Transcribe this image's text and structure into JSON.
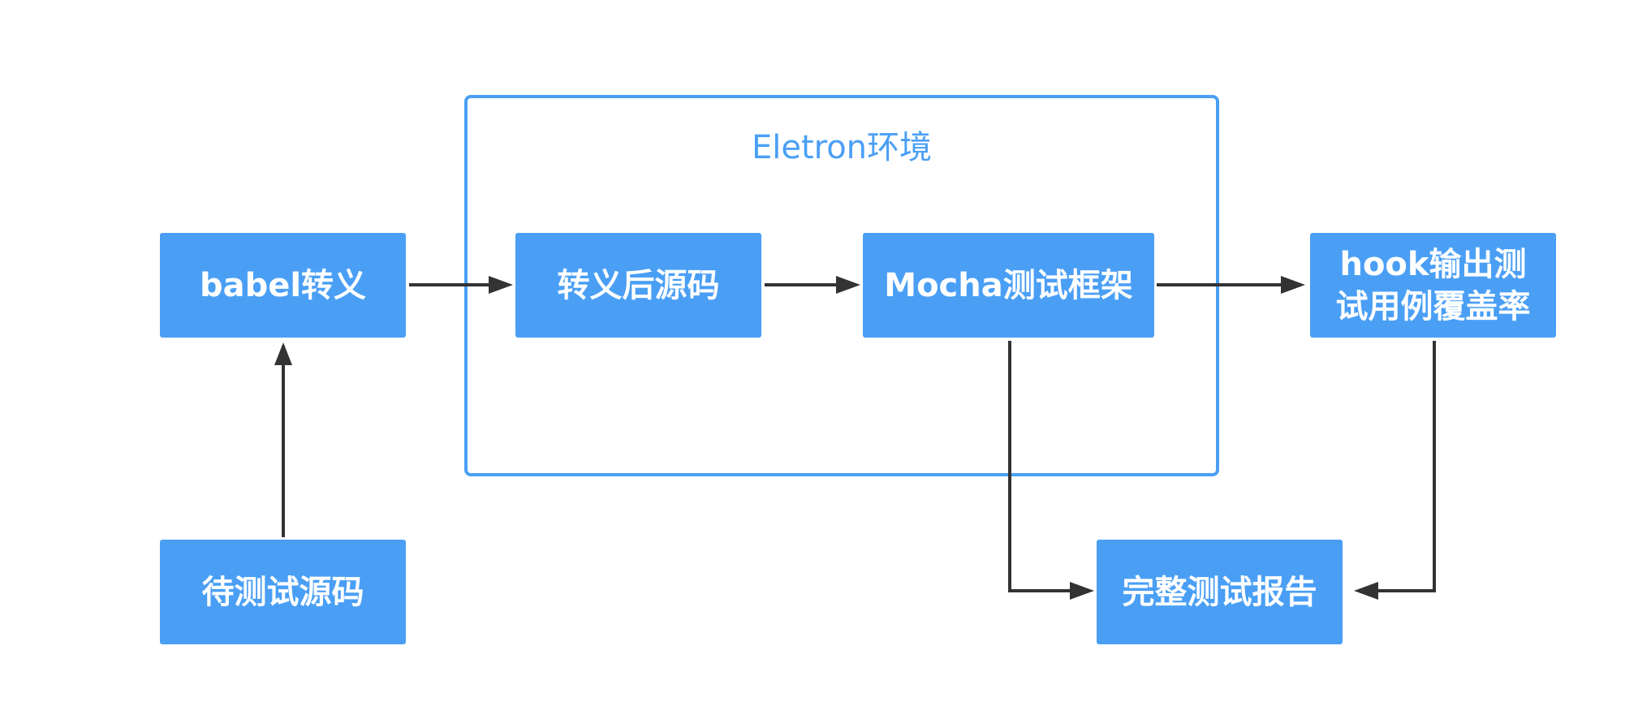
{
  "container": {
    "label": "Eletron环境"
  },
  "nodes": {
    "babel": "babel转义",
    "pending_source": "待测试源码",
    "transpiled_source": "转义后源码",
    "mocha": "Mocha测试框架",
    "hook_coverage": "hook输出测试用例覆盖率",
    "full_report": "完整测试报告"
  },
  "colors": {
    "node_fill": "#4a9ff5",
    "node_text": "#ffffff",
    "container_border": "#4a9ff5",
    "arrow": "#333333"
  }
}
